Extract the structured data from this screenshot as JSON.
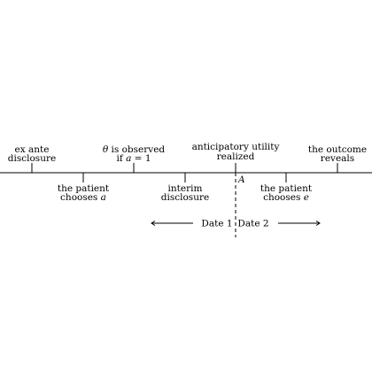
{
  "timeline": {
    "events_above": [
      {
        "id": "ex-ante",
        "lines": [
          [
            "ex ante",
            ""
          ],
          [
            "disclosure",
            ""
          ]
        ]
      },
      {
        "id": "theta-observed",
        "lines": [
          [
            "",
            "θ"
          ],
          [
            " is observed",
            ""
          ],
          [
            "if ",
            ""
          ],
          [
            "",
            "a"
          ],
          [
            " = 1",
            ""
          ]
        ]
      },
      {
        "id": "anticipatory-utility",
        "lines": [
          [
            "anticipatory utility",
            ""
          ],
          [
            "realized",
            ""
          ]
        ]
      },
      {
        "id": "outcome-reveals",
        "lines": [
          [
            "the outcome",
            ""
          ],
          [
            "reveals",
            ""
          ]
        ]
      }
    ],
    "events_below": [
      {
        "id": "patient-chooses-a",
        "line1": "the patient",
        "line2_text": "chooses ",
        "line2_var": "a"
      },
      {
        "id": "interim-disclosure",
        "line1": "interim",
        "line2_text": "disclosure",
        "line2_var": ""
      },
      {
        "id": "patient-chooses-e",
        "line1": "the patient",
        "line2_text": "chooses ",
        "line2_var": "e"
      }
    ],
    "split_label": "A",
    "date_left": "Date 1",
    "date_right": "Date 2"
  }
}
